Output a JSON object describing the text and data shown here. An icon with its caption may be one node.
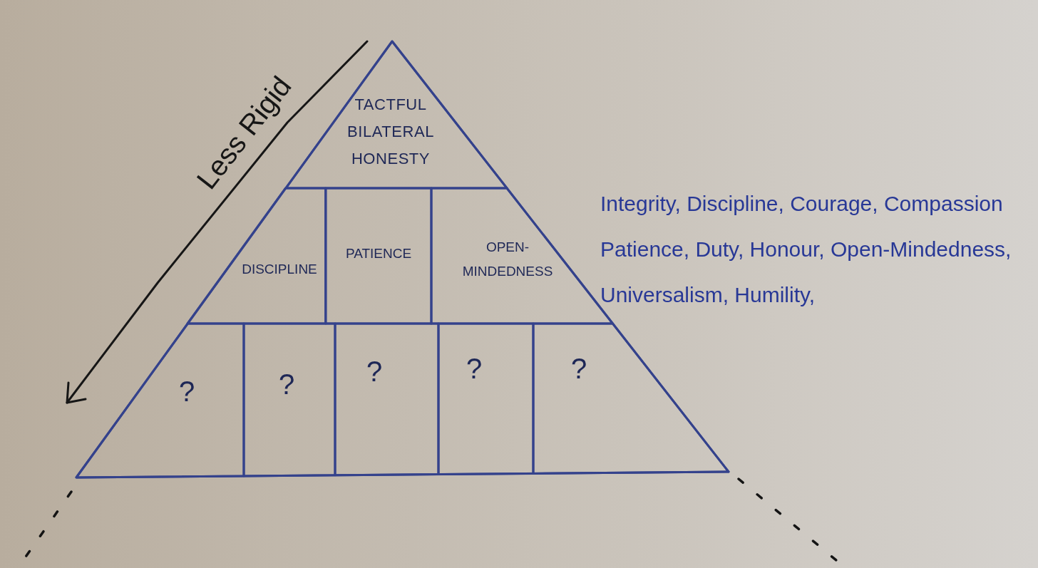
{
  "diagram": {
    "nodes": [
      {
        "text": [],
        "shape": "triangle"
      },
      {
        "text": [
          "TACTFUL BILATERAL HONESTY"
        ],
        "in": 0
      },
      {
        "text": [
          "DISCIPLINE"
        ],
        "in": 0
      },
      {
        "text": [
          "PATIENCE"
        ],
        "in": 0
      },
      {
        "text": [
          "OPEN-MINDEDNESS"
        ],
        "in": 0
      },
      {
        "text": [
          "?"
        ],
        "in": 0
      },
      {
        "text": [
          "?"
        ],
        "in": 0
      },
      {
        "text": [
          "?"
        ],
        "in": 0
      },
      {
        "text": [
          "?"
        ],
        "in": 0
      },
      {
        "text": [
          "?"
        ],
        "in": 0
      }
    ],
    "labels": [
      "Less Rigid",
      "Integrity, Discipline, Courage, Compassion Patience, Duty, Honour, Open-Mindedness, Universalism, Humility,"
    ]
  }
}
